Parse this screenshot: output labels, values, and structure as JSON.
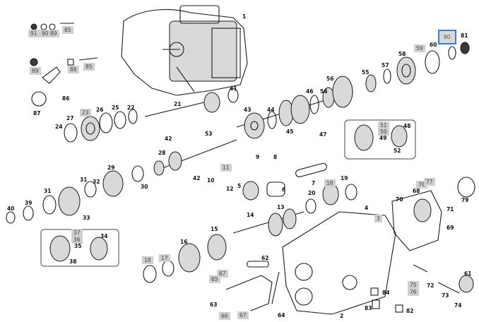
{
  "diagram": {
    "labels": {
      "l1": "1",
      "l91": "91",
      "l90": "90",
      "l89a": "89",
      "l85a": "85",
      "l89b": "89",
      "l88": "88",
      "l85b": "85",
      "l86": "86",
      "l87": "87",
      "l41": "41",
      "l21": "21",
      "l23": "23",
      "l27": "27",
      "l24": "24",
      "l26": "26",
      "l25": "25",
      "l22": "22",
      "l43": "43",
      "l44": "44",
      "l45": "45",
      "l46": "46",
      "l54": "54",
      "l56": "56",
      "l55": "55",
      "l57": "57",
      "l58": "58",
      "l59": "59",
      "l60": "60",
      "l80": "80",
      "l81": "81",
      "l47": "47",
      "l51": "51",
      "l50": "50",
      "l49": "49",
      "l48": "48",
      "l52": "52",
      "l42a": "42",
      "l53": "53",
      "l28": "28",
      "l42b": "42",
      "l9": "9",
      "l8": "8",
      "l11": "11",
      "l10": "10",
      "l12": "12",
      "l7": "7",
      "l29": "29",
      "l30": "30",
      "l31a": "31",
      "l32": "32",
      "l31b": "31",
      "l40": "40",
      "l39": "39",
      "l33": "33",
      "l5": "5",
      "l6": "6",
      "l20": "20",
      "l18a": "18",
      "l19": "19",
      "l78": "78",
      "l77": "77",
      "l68": "68",
      "l70": "70",
      "l71": "71",
      "l79": "79",
      "l14": "14",
      "l13": "13",
      "l4": "4",
      "l3": "3",
      "l69": "69",
      "l37": "37",
      "l36": "36",
      "l35": "35",
      "l34": "34",
      "l38": "38",
      "l16": "16",
      "l15": "15",
      "l17": "17",
      "l18b": "18",
      "l62": "62",
      "l67a": "67",
      "l65": "65",
      "l63": "63",
      "l66": "66",
      "l67b": "67",
      "l64": "64",
      "l2": "2",
      "l84": "84",
      "l83": "83",
      "l82": "82",
      "l75": "75",
      "l76": "76",
      "l72": "72",
      "l73": "73",
      "l74": "74",
      "l61": "61"
    }
  }
}
